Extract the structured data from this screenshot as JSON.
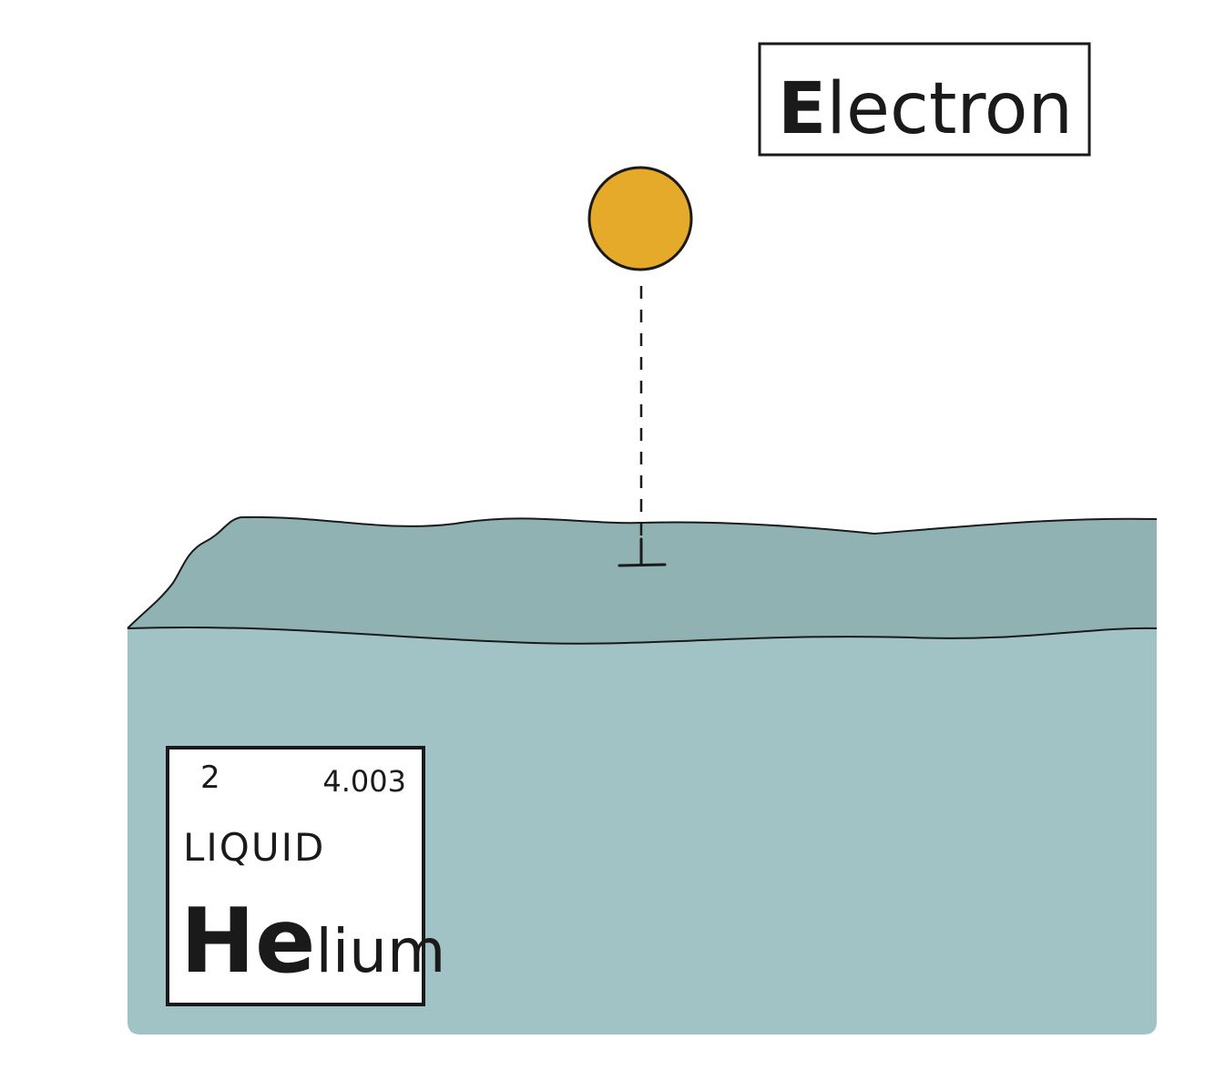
{
  "colors": {
    "background": "#ffffff",
    "liquid_bulk": "#a2c3c6",
    "liquid_surface": "#91b2b3",
    "electron_fill": "#e5aa2a",
    "outline": "#1a1a1a",
    "label_box_fill": "#ffffff"
  },
  "electron_label": {
    "bold_initial": "E",
    "rest": "lectron"
  },
  "element_card": {
    "atomic_number": "2",
    "atomic_mass": "4.003",
    "state": "LIQUID",
    "symbol": "He",
    "name_rest": "lium"
  },
  "icons": {
    "electron": "filled-circle",
    "surface_marker": "inverted-t-marker"
  }
}
